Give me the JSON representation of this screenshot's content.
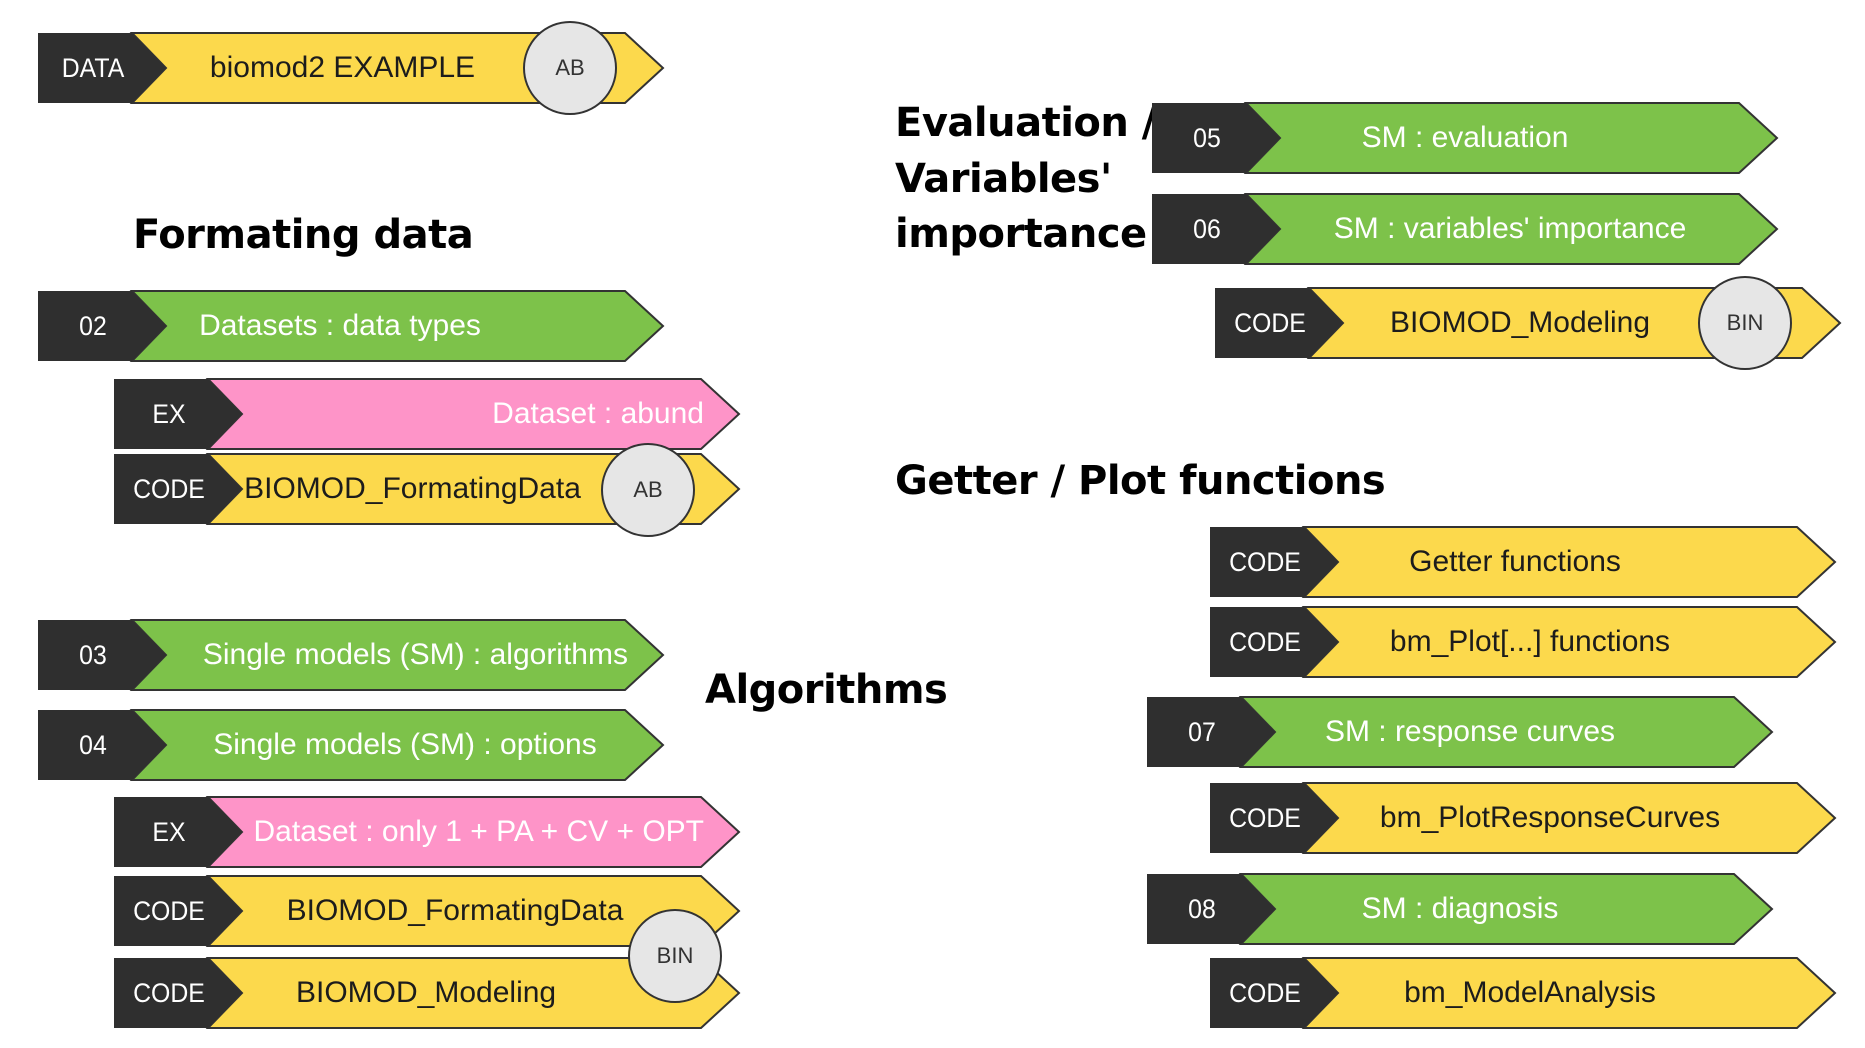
{
  "colors": {
    "dark": "#2f2f2f",
    "green": "#7dc24a",
    "yellow": "#fcd94c",
    "pink": "#fe94c8",
    "badge": "#e6e6e6"
  },
  "headings": {
    "formating": "Formating data",
    "algorithms": "Algorithms",
    "evaluation_line1": "Evaluation /",
    "evaluation_line2": "Variables'",
    "evaluation_line3": "importance",
    "getter": "Getter / Plot functions"
  },
  "items": {
    "data_example": {
      "tag": "DATA",
      "label": "biomod2 EXAMPLE",
      "badge": "AB"
    },
    "s02": {
      "tag": "02",
      "label": "Datasets : data types"
    },
    "ex_abund": {
      "tag": "EX",
      "label": "Dataset : abund"
    },
    "code_formating_1": {
      "tag": "CODE",
      "label": "BIOMOD_FormatingData",
      "badge": "AB"
    },
    "s03": {
      "tag": "03",
      "label": "Single models (SM) : algorithms"
    },
    "s04": {
      "tag": "04",
      "label": "Single models (SM) : options"
    },
    "ex_only1": {
      "tag": "EX",
      "label": "Dataset : only 1 + PA + CV + OPT"
    },
    "code_formating_2": {
      "tag": "CODE",
      "label": "BIOMOD_FormatingData"
    },
    "code_modeling_1": {
      "tag": "CODE",
      "label": "BIOMOD_Modeling"
    },
    "bin_badge_1": {
      "badge": "BIN"
    },
    "s05": {
      "tag": "05",
      "label": "SM : evaluation"
    },
    "s06": {
      "tag": "06",
      "label": "SM : variables' importance"
    },
    "code_modeling_2": {
      "tag": "CODE",
      "label": "BIOMOD_Modeling",
      "badge": "BIN"
    },
    "code_getter": {
      "tag": "CODE",
      "label": "Getter functions"
    },
    "code_bmplot": {
      "tag": "CODE",
      "label": "bm_Plot[...] functions"
    },
    "s07": {
      "tag": "07",
      "label": "SM : response curves"
    },
    "code_response": {
      "tag": "CODE",
      "label": "bm_PlotResponseCurves"
    },
    "s08": {
      "tag": "08",
      "label": "SM : diagnosis"
    },
    "code_analysis": {
      "tag": "CODE",
      "label": "bm_ModelAnalysis"
    }
  }
}
